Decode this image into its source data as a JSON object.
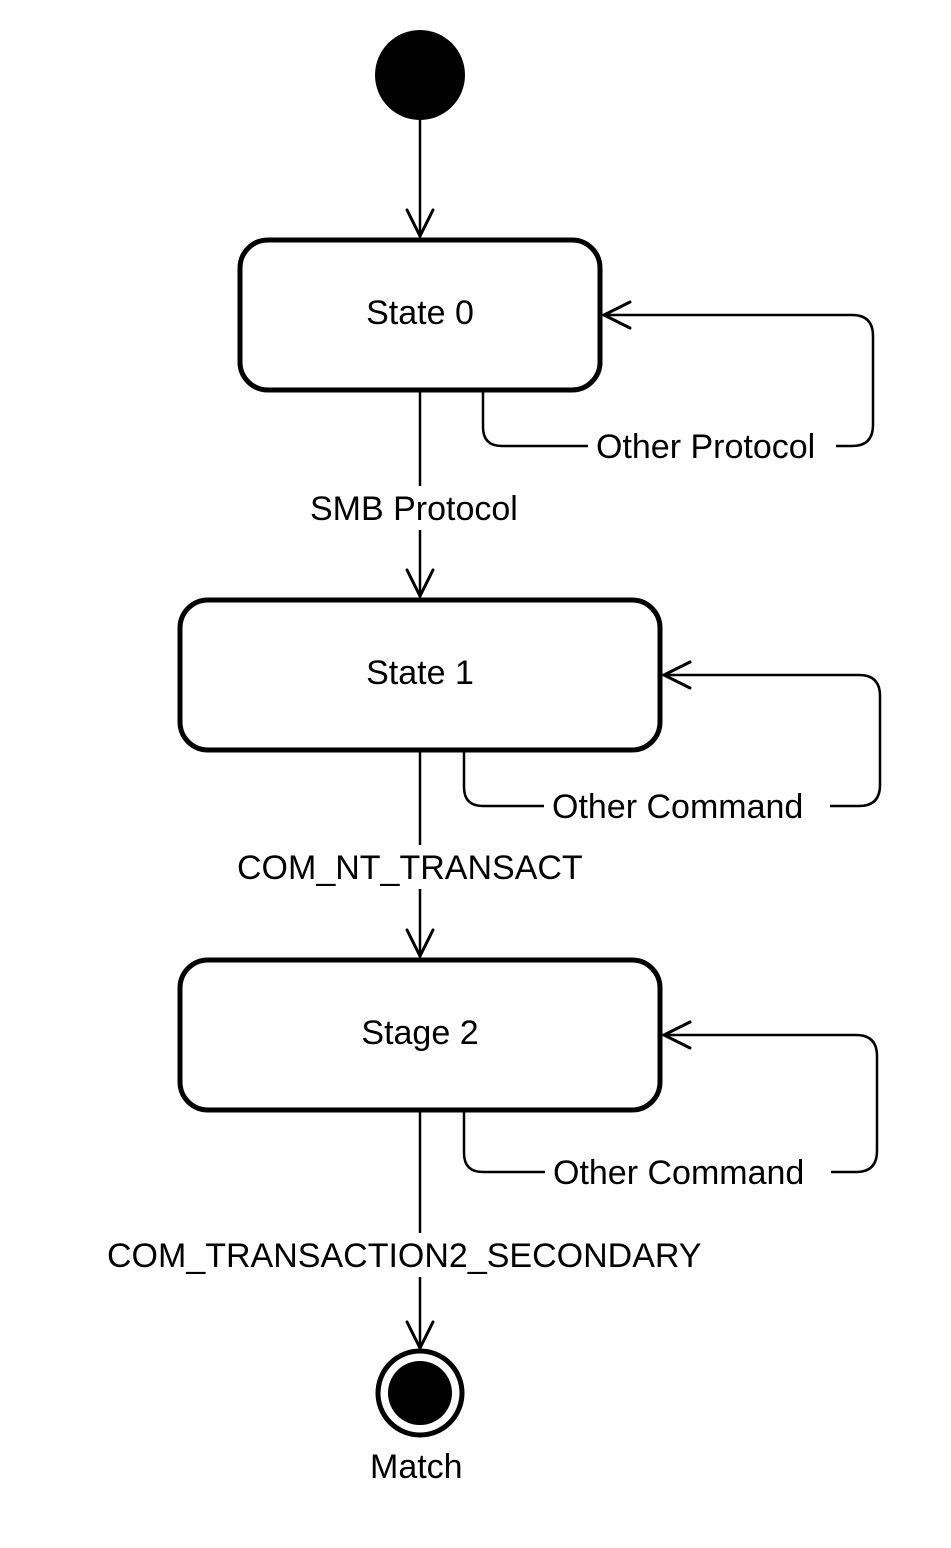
{
  "diagram": {
    "states": {
      "state0": "State 0",
      "state1": "State 1",
      "state2": "Stage 2"
    },
    "transitions": {
      "smb_protocol": "SMB Protocol",
      "com_nt_transact": "COM_NT_TRANSACT",
      "com_transaction2_secondary": "COM_TRANSACTION2_SECONDARY"
    },
    "self_loops": {
      "state0": "Other Protocol",
      "state1": "Other Command",
      "state2": "Other Command"
    },
    "final": {
      "label": "Match"
    }
  }
}
